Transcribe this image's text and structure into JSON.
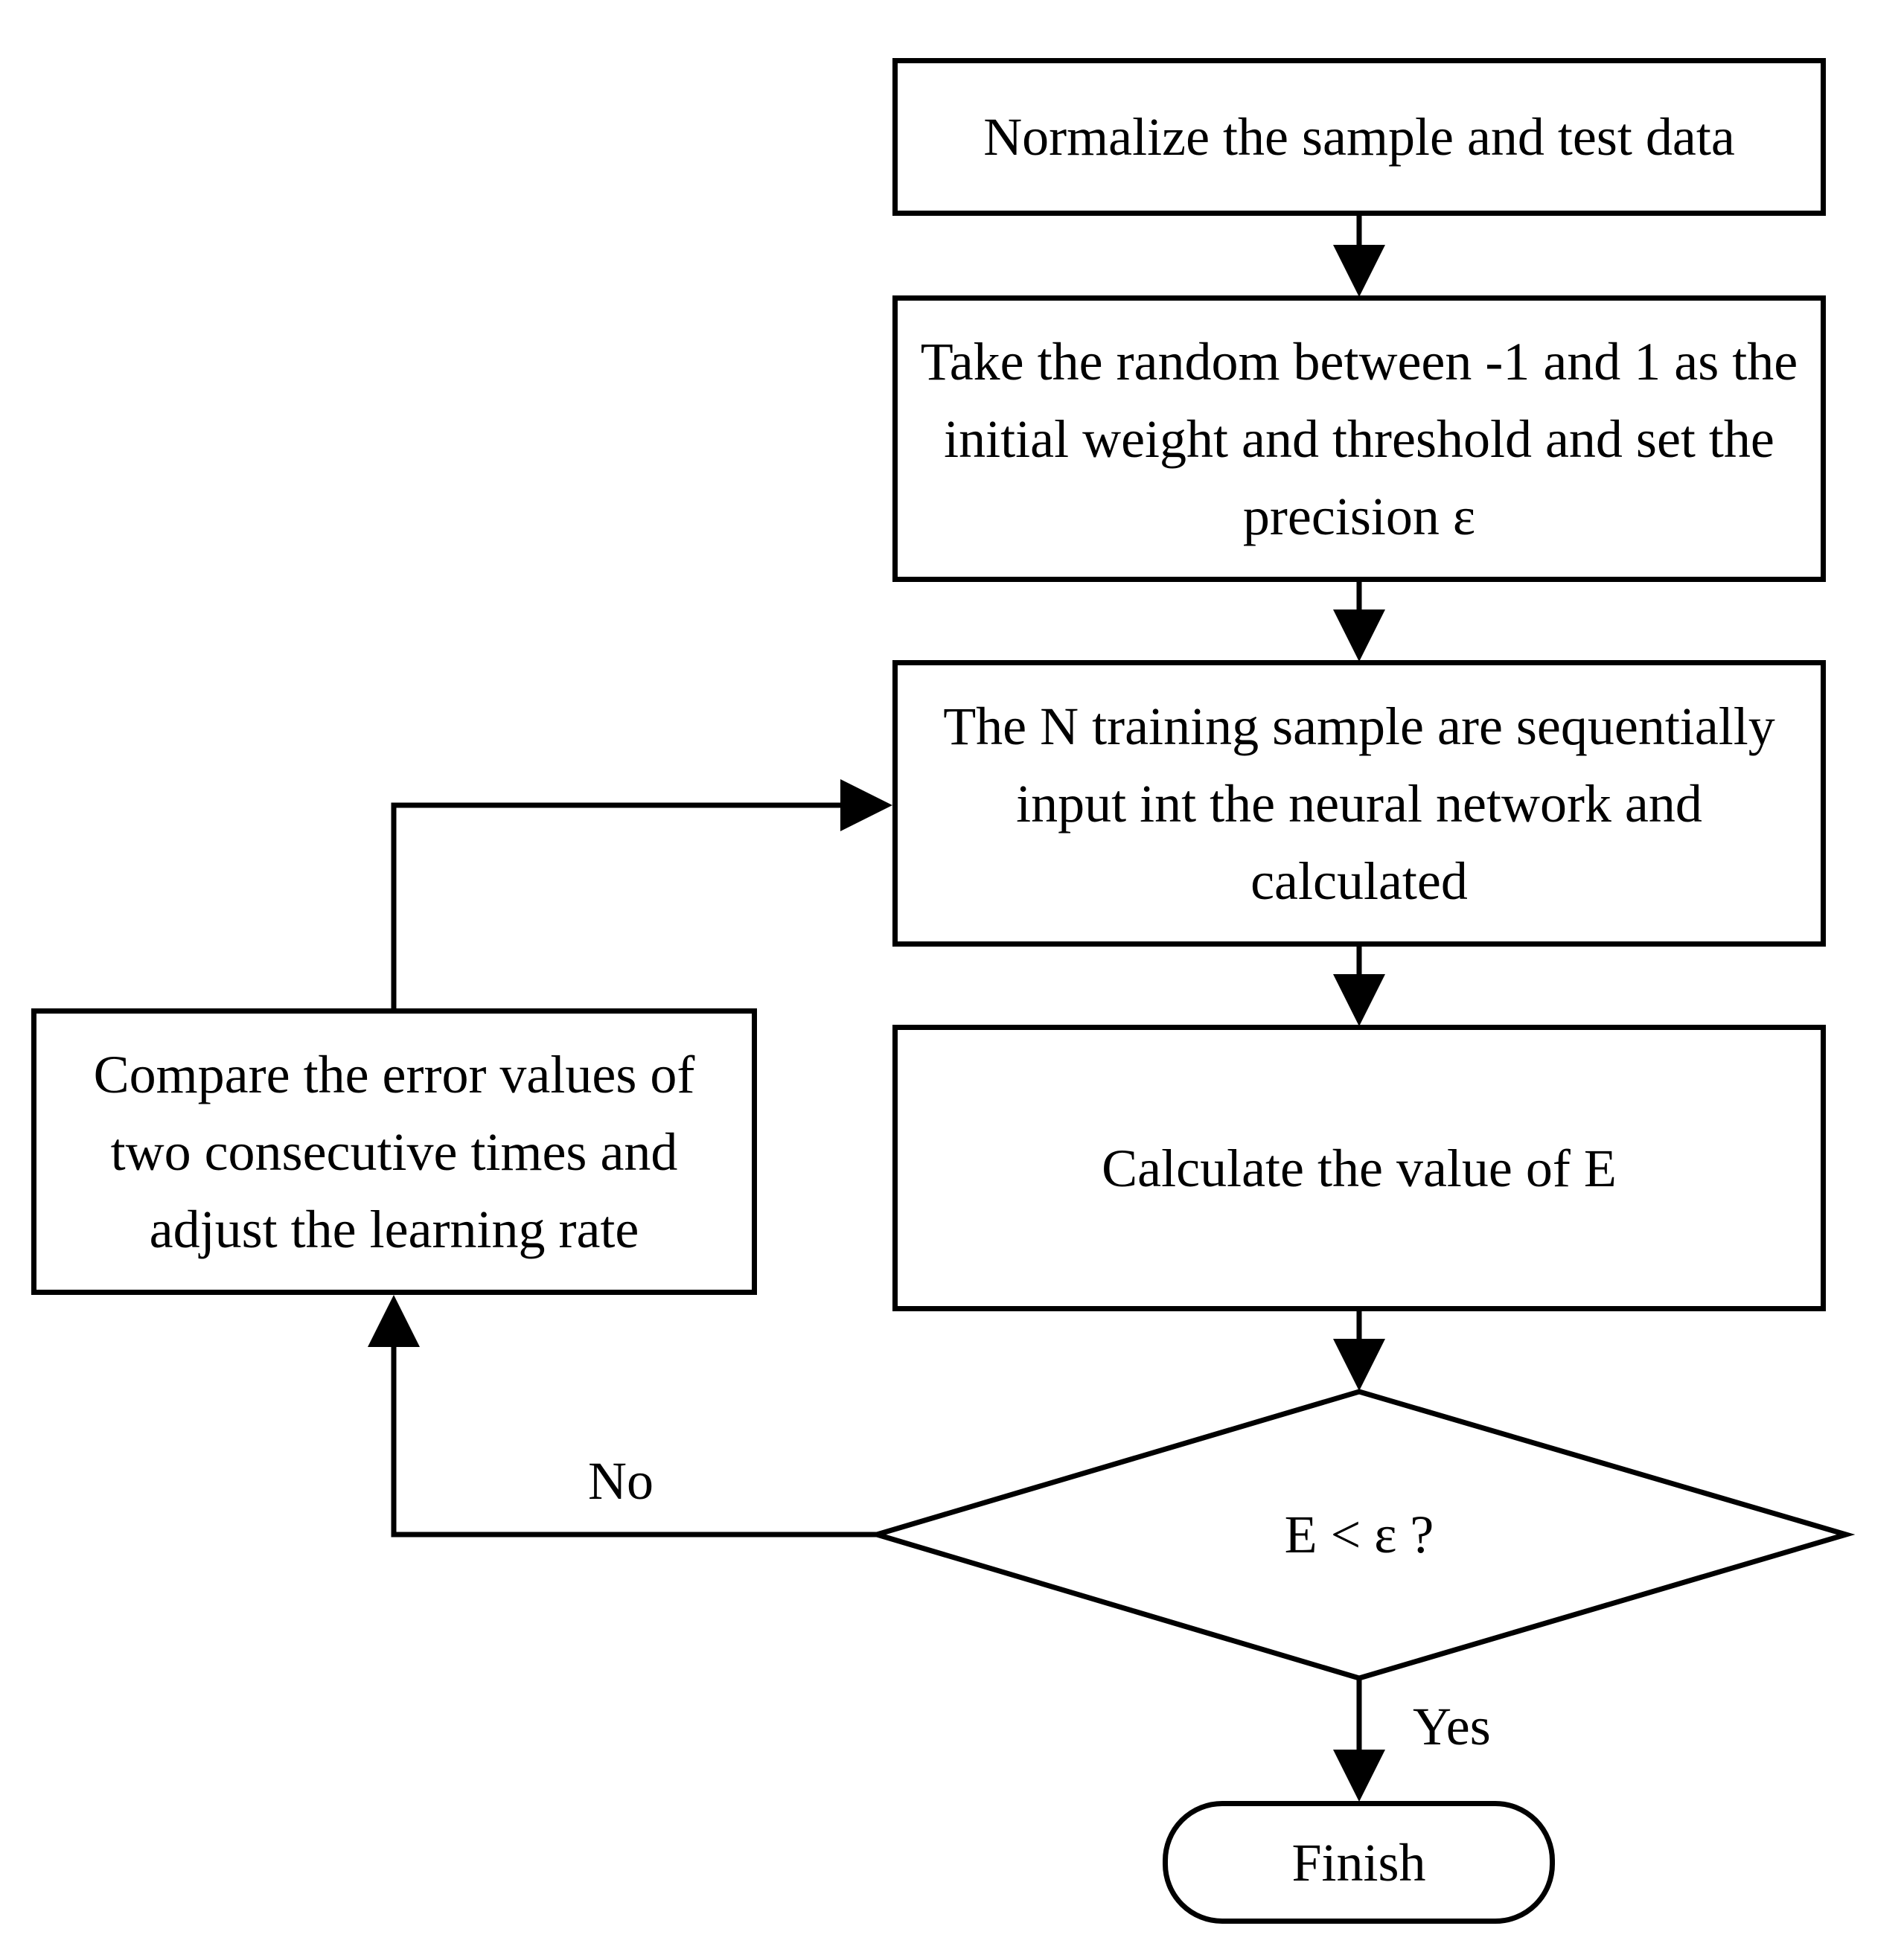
{
  "steps": {
    "normalize": "Normalize the sample and test data",
    "init_weights": "Take the random between -1 and 1 as the initial weight and threshold and set the precision ε",
    "train_input": "The N training sample are sequentially input int the neural network and calculated",
    "calc_e": "Calculate the value of E",
    "adjust_rate": "Compare the error values of two consecutive times and adjust the learning rate"
  },
  "decision": {
    "condition": "E < ε ?",
    "yes_label": "Yes",
    "no_label": "No"
  },
  "terminal": {
    "finish": "Finish"
  },
  "colors": {
    "stroke": "#000000",
    "fill": "#ffffff"
  }
}
